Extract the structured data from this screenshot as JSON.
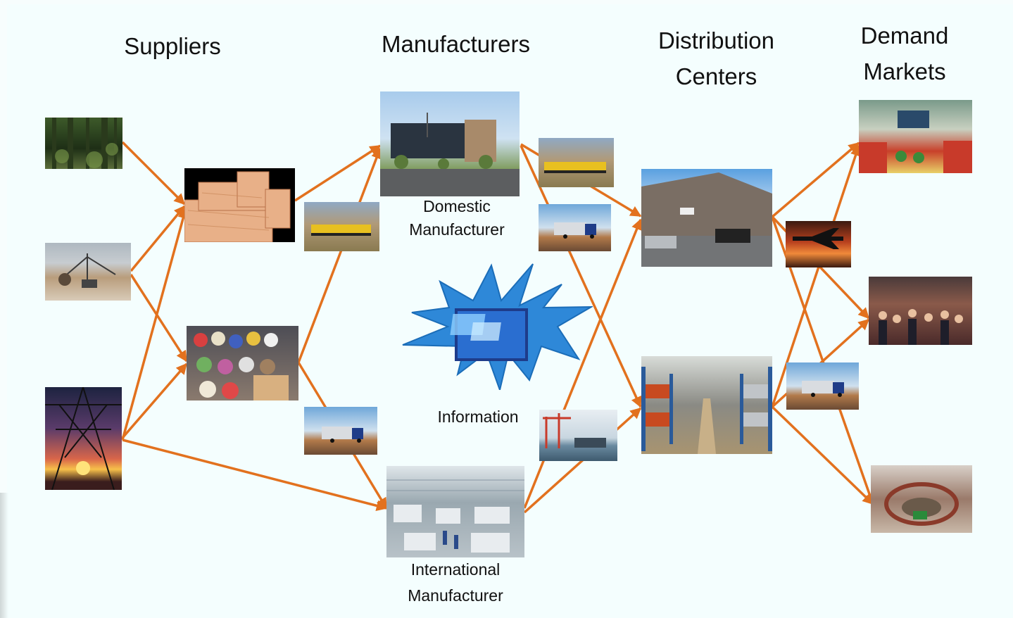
{
  "columns": {
    "suppliers": "Suppliers",
    "manufacturers": "Manufacturers",
    "distribution_line1": "Distribution",
    "distribution_line2": "Centers",
    "demand_line1": "Demand",
    "demand_line2": "Markets"
  },
  "labels": {
    "domestic_line1": "Domestic",
    "domestic_line2": "Manufacturer",
    "information": "Information",
    "international_line1": "International",
    "international_line2": "Manufacturer"
  },
  "colors": {
    "arrow": "#e2711e",
    "background": "#f4fefe",
    "starburst": "#2e88d8"
  },
  "images": [
    "forest-photo",
    "quarry-excavator-photo",
    "power-tower-sunset-photo",
    "lumber-photo",
    "fabric-rolls-photo",
    "freight-train-photo",
    "truck-photo",
    "office-building-photo",
    "factory-floor-photo",
    "container-port-photo",
    "warehouse-exterior-photo",
    "warehouse-interior-photo",
    "airplane-sunset-photo",
    "supermarket-photo",
    "crowded-market-photo",
    "shopping-mall-photo"
  ]
}
